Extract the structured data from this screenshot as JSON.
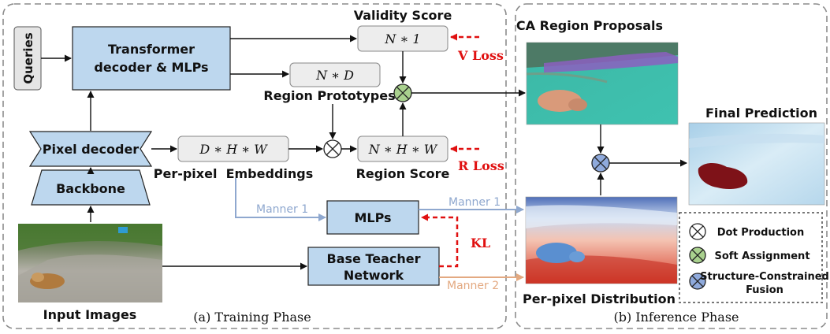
{
  "training": {
    "caption": "(a) Training Phase",
    "queries": "Queries",
    "transformer_line1": "Transformer",
    "transformer_line2": "decoder & MLPs",
    "pixel_decoder": "Pixel decoder",
    "backbone": "Backbone",
    "input_images": "Input Images",
    "validity_title": "Validity Score",
    "validity_formula": "N ∗ 1",
    "v_loss": "V Loss",
    "proto_formula": "N ∗ D",
    "proto_label": "Region Prototypes",
    "emb_formula": "D ∗ H ∗ W",
    "emb_label": "Per-pixel  Embeddings",
    "region_formula": "N ∗ H ∗ W",
    "region_label": "Region Score",
    "r_loss": "R Loss",
    "mlps": "MLPs",
    "teacher_line1": "Base Teacher",
    "teacher_line2": "Network",
    "kl": "KL",
    "manner1": "Manner 1"
  },
  "inference": {
    "caption": "(b) Inference Phase",
    "ca_title": "CA Region Proposals",
    "final_title": "Final Prediction",
    "dist_label": "Per-pixel Distribution",
    "manner1": "Manner 1",
    "manner2": "Manner 2"
  },
  "legend": {
    "dot": "Dot Production",
    "soft": "Soft Assignment",
    "fusion_line1": "Structure-Constrained",
    "fusion_line2": "Fusion"
  },
  "colors": {
    "block_fill": "#bdd7ee",
    "formula_fill": "#ededed",
    "soft_fill": "#a9d18e",
    "fusion_fill": "#8faadc",
    "loss": "#e01010",
    "manner1": "#8fa8cf",
    "manner2": "#e3a981"
  }
}
